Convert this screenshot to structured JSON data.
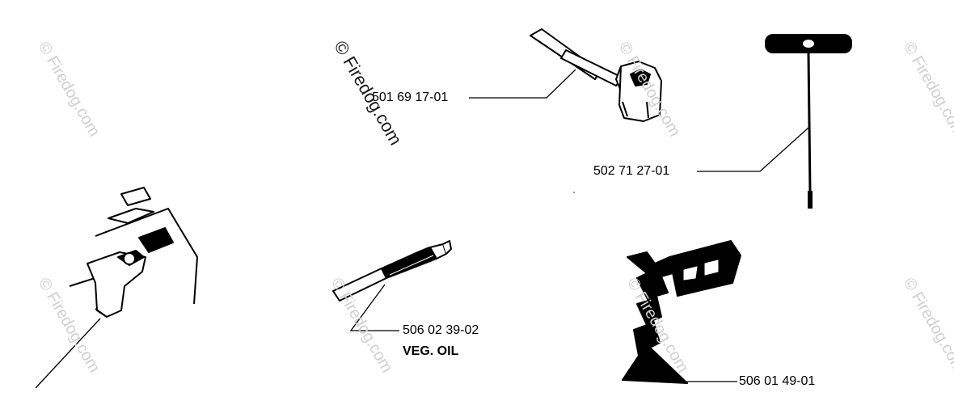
{
  "watermark": {
    "text": "© Firedog.com"
  },
  "parts": [
    {
      "number": "501 69 17-01",
      "icon": "combination-spanner-screwdriver-icon"
    },
    {
      "number": "502 71 27-01",
      "icon": "t-handle-torx-key-icon"
    },
    {
      "number": "506 02 39-02",
      "note": "VEG. OIL",
      "icon": "grease-gun-icon"
    },
    {
      "number": "506 01 49-01",
      "icon": "file-gauge-icon"
    }
  ]
}
